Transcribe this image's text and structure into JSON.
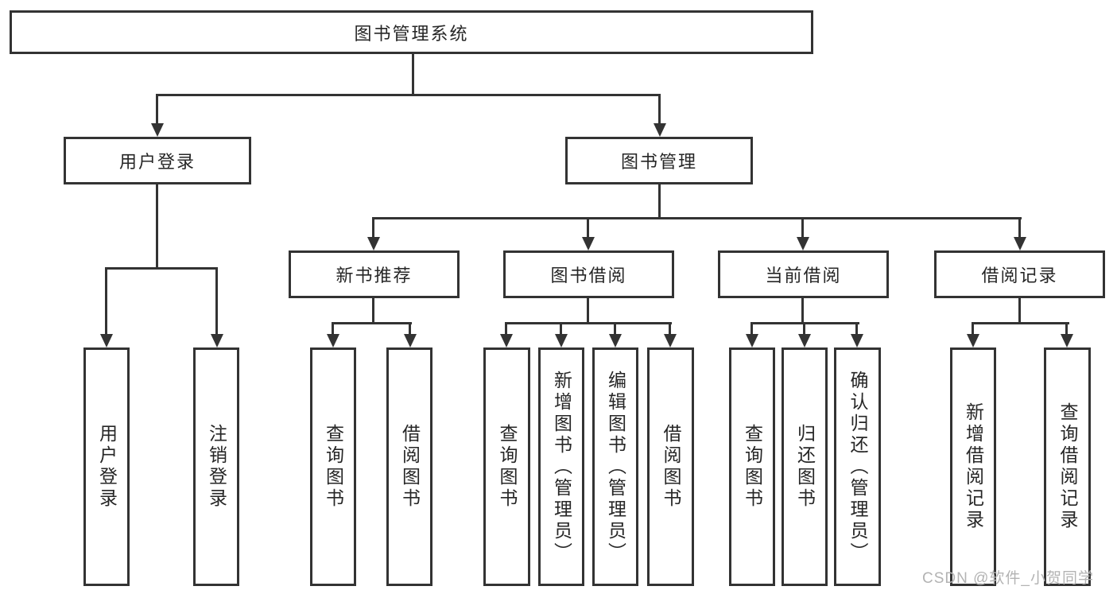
{
  "tree": {
    "root": {
      "label": "图书管理系统"
    },
    "branches": [
      {
        "label": "用户登录",
        "children": [
          {
            "label": "用户登录"
          },
          {
            "label": "注销登录"
          }
        ]
      },
      {
        "label": "图书管理",
        "children": [
          {
            "label": "新书推荐",
            "children": [
              {
                "label": "查询图书"
              },
              {
                "label": "借阅图书"
              }
            ]
          },
          {
            "label": "图书借阅",
            "children": [
              {
                "label": "查询图书"
              },
              {
                "label": "新增图书（管理员）"
              },
              {
                "label": "编辑图书（管理员）"
              },
              {
                "label": "借阅图书"
              }
            ]
          },
          {
            "label": "当前借阅",
            "children": [
              {
                "label": "查询图书"
              },
              {
                "label": "归还图书"
              },
              {
                "label": "确认归还（管理员）"
              }
            ]
          },
          {
            "label": "借阅记录",
            "children": [
              {
                "label": "新增借阅记录"
              },
              {
                "label": "查询借阅记录"
              }
            ]
          }
        ]
      }
    ]
  },
  "watermark": {
    "text": "CSDN @软件_小贺同学"
  },
  "colors": {
    "line": "#333333",
    "text": "#262626",
    "background": "#ffffff",
    "watermark": "#b3b3b3"
  }
}
